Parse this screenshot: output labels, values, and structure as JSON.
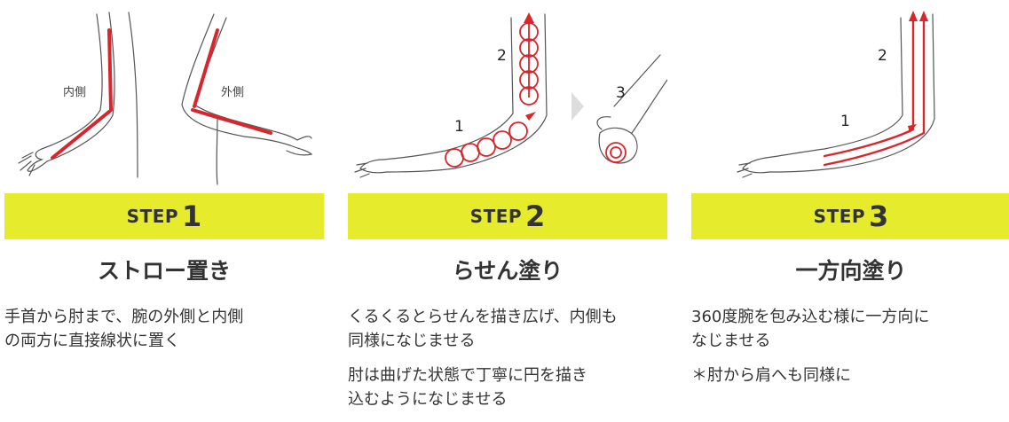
{
  "colors": {
    "banner": "#e6ec2b",
    "stroke_red": "#d9262c",
    "outline": "#555555",
    "text": "#333333"
  },
  "steps": [
    {
      "step_word": "STEP",
      "step_number": "1",
      "title": "ストロー置き",
      "paragraphs": [
        "手首から肘まで、腕の外側と内側\nの両方に直接線状に置く"
      ],
      "labels": {
        "inner": "内側",
        "outer": "外側"
      }
    },
    {
      "step_word": "STEP",
      "step_number": "2",
      "title": "らせん塗り",
      "paragraphs": [
        "くるくるとらせんを描き広げ、内側も\n同様になじませる",
        "肘は曲げた状態で丁寧に円を描き\n込むようになじませる"
      ],
      "labels": {
        "n1": "1",
        "n2": "2",
        "n3": "3"
      }
    },
    {
      "step_word": "STEP",
      "step_number": "3",
      "title": "一方向塗り",
      "paragraphs": [
        "360度腕を包み込む様に一方向に\nなじませる",
        "＊肘から肩へも同様に"
      ],
      "labels": {
        "n1": "1",
        "n2": "2"
      }
    }
  ]
}
